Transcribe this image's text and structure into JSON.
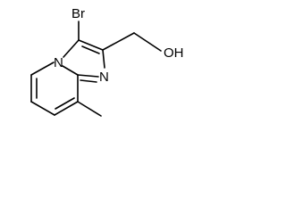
{
  "molecule": {
    "atoms": {
      "br": "Br",
      "n_bridge": "N",
      "n_ring": "N",
      "oh": "OH"
    },
    "colors": {
      "bond": "#000000",
      "text": "#000000",
      "background": "#ffffff"
    }
  }
}
